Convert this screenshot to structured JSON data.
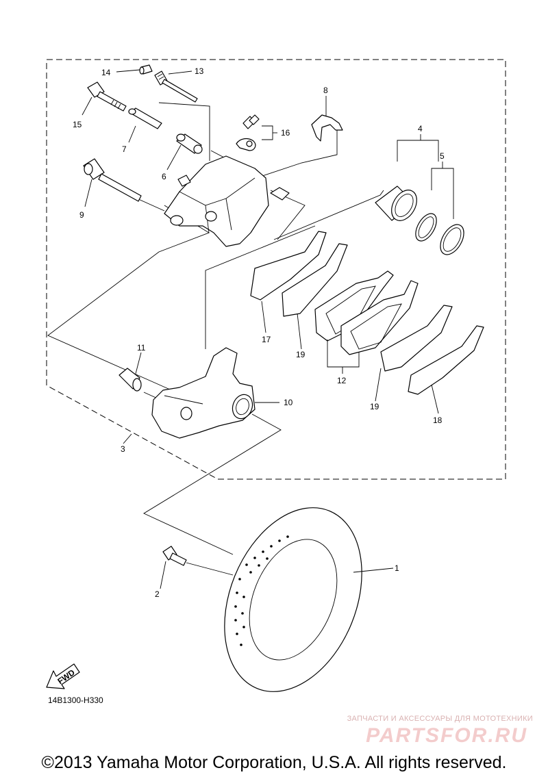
{
  "diagram": {
    "callouts": [
      "1",
      "2",
      "3",
      "4",
      "5",
      "6",
      "7",
      "8",
      "9",
      "10",
      "11",
      "12",
      "13",
      "14",
      "15",
      "16",
      "17",
      "18",
      "19",
      "19"
    ],
    "diagram_code": "14B1300-H330",
    "fwd_label": "FWD"
  },
  "footer": {
    "copyright": "©2013 Yamaha Motor Corporation, U.S.A. All rights reserved."
  },
  "watermark": {
    "tagline": "ЗАПЧАСТИ И АКСЕССУАРЫ ДЛЯ МОТОТЕХНИКИ",
    "logo": "PARTSFOR.RU"
  }
}
